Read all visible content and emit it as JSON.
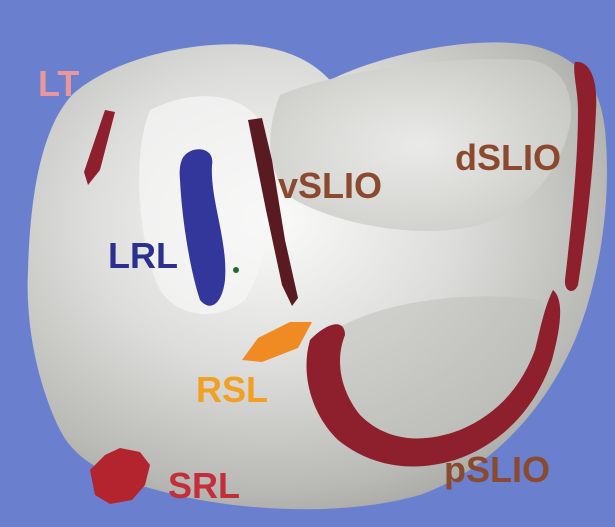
{
  "background_color": "#6b7fcf",
  "bone_color": "#d3d3d1",
  "labels": {
    "lt": "LT",
    "lrl": "LRL",
    "vslio": "vSLIO",
    "dslio": "dSLIO",
    "rsl": "RSL",
    "srl": "SRL",
    "pslio": "pSLIO"
  },
  "colors": {
    "lt": "#e8979c",
    "lrl": "#2b2f8f",
    "vslio": "#8b4a2e",
    "dslio": "#8b4a2e",
    "rsl": "#f1a023",
    "srl": "#c32e3a",
    "pslio": "#8b4a2e",
    "ligament_dark": "#5a1a22",
    "ligament_red": "#8e1f2c",
    "lrl_patch": "#33369a",
    "rsl_patch": "#f08a22",
    "srl_patch": "#b3242f"
  }
}
